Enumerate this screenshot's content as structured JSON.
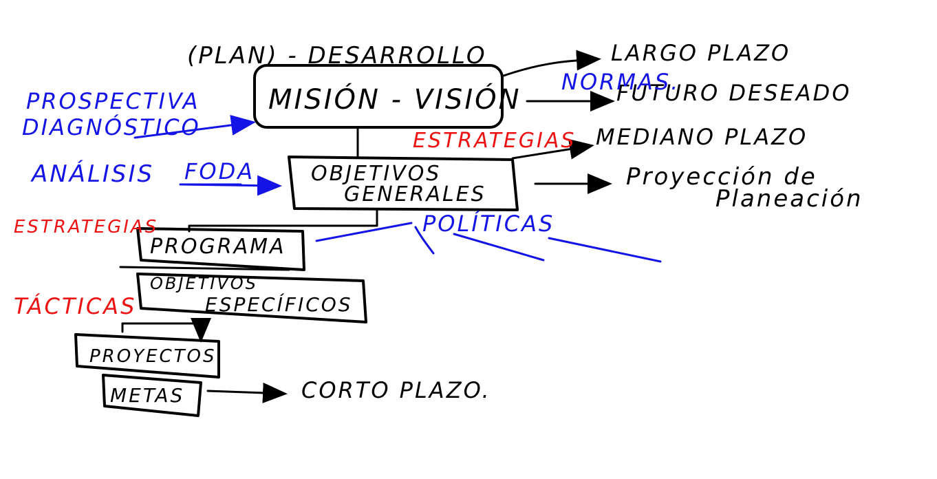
{
  "colors": {
    "black": "#000000",
    "blue": "#1414e6",
    "red": "#ee1111",
    "background": "#ffffff"
  },
  "header": {
    "plan_desarrollo": "(PLAN) - DESARROLLO"
  },
  "boxes": {
    "mision_vision": "MISIÓN - VISIÓN",
    "objetivos_generales_line1": "OBJETIVOS",
    "objetivos_generales_line2": "GENERALES",
    "programa": "PROGRAMA",
    "objetivos_especificos_line1": "OBJETIVOS",
    "objetivos_especificos_line2": "ESPECÍFICOS",
    "proyectos": "PROYECTOS",
    "metas": "METAS"
  },
  "right_labels": {
    "largo_plazo": "LARGO PLAZO",
    "futuro_deseado": "FUTURO DESEADO",
    "mediano_plazo": "MEDIANO PLAZO",
    "proyeccion_line1": "Proyección de",
    "proyeccion_line2": "Planeación",
    "corto_plazo": "CORTO PLAZO."
  },
  "blue_labels": {
    "prospectiva": "PROSPECTIVA",
    "diagnostico": "DIAGNÓSTICO",
    "analisis": "ANÁLISIS",
    "foda": "FODA",
    "normas": "NORMAS.",
    "politicas": "POLÍTICAS"
  },
  "red_labels": {
    "estrategias_top": "ESTRATEGIAS",
    "estrategias_left": "ESTRATEGIAS",
    "tacticas": "TÁCTICAS"
  }
}
